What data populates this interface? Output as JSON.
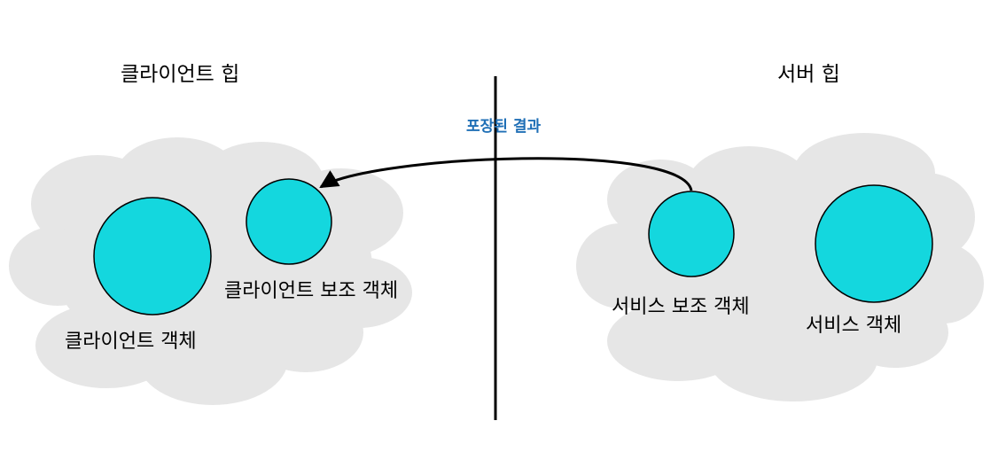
{
  "headings": {
    "client_heap": "클라이언트 힙",
    "server_heap": "서버 힙"
  },
  "arrow_label": "포장된 결과",
  "objects": {
    "client_object": "클라이언트 객체",
    "client_helper": "클라이언트 보조 객체",
    "service_helper": "서비스 보조 객체",
    "service_object": "서비스 객체"
  },
  "colors": {
    "cloud_fill": "#e6e6e6",
    "object_fill": "#14d7de",
    "object_stroke": "#000000",
    "divider": "#000000",
    "arrow": "#000000",
    "arrow_label": "#1f6fb6"
  }
}
